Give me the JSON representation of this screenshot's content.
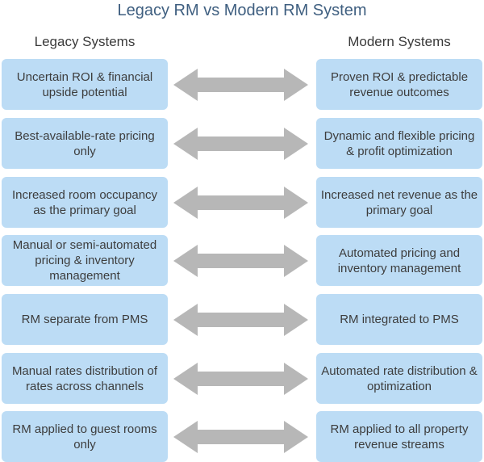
{
  "title": "Legacy RM vs Modern RM System",
  "columns": {
    "left": "Legacy Systems",
    "right": "Modern Systems"
  },
  "colors": {
    "box_fill": "#bcdcf5",
    "arrow_fill": "#b7b7b7",
    "title": "#3f5f80"
  },
  "rows": [
    {
      "legacy": "Uncertain ROI & financial upside potential",
      "modern": "Proven ROI & predictable revenue outcomes"
    },
    {
      "legacy": "Best-available-rate pricing only",
      "modern": "Dynamic and flexible pricing & profit optimization"
    },
    {
      "legacy": "Increased room occupancy as the primary goal",
      "modern": "Increased net revenue as the primary goal"
    },
    {
      "legacy": "Manual or semi-automated pricing & inventory management",
      "modern": "Automated pricing and inventory management"
    },
    {
      "legacy": "RM separate from PMS",
      "modern": "RM integrated to PMS"
    },
    {
      "legacy": "Manual rates distribution of rates across channels",
      "modern": "Automated rate distribution & optimization"
    },
    {
      "legacy": "RM applied to guest rooms only",
      "modern": "RM applied to all property revenue streams"
    }
  ]
}
